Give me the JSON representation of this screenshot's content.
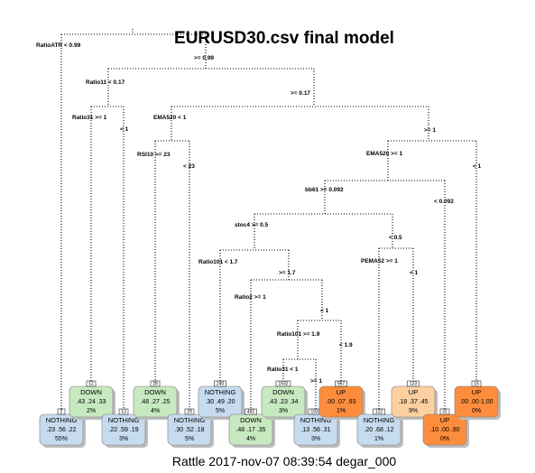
{
  "title": "EURUSD30.csv final model",
  "footer": "Rattle 2017-nov-07 08:39:54 degar_000",
  "colors": {
    "NOTHING": "#c6dbef",
    "DOWN": "#c7e9c0",
    "UP_light": "#fdd0a2",
    "UP_strong": "#fd8d3c"
  },
  "splits": [
    "RatioATR < 0.99",
    ">= 0.99",
    "Ratio11 < 0.17",
    ">= 0.17",
    "Ratio31 >= 1",
    "< 1",
    "EMA520 < 1",
    ">= 1",
    "RSI10 >= 23",
    "< 23",
    "EMA520 >= 1",
    "< 1",
    "bb61 >= 0.092",
    "< 0.092",
    "stoc4 >= 0.5",
    "< 0.5",
    "Ratio101 < 1.7",
    ">= 1.7",
    "PEMA52 >= 1",
    "< 1",
    "Ratio2 >= 1",
    "< 1",
    "Ratio101 >= 1.9",
    "< 1.9",
    "Ratio31 < 1",
    ">= 1"
  ],
  "leaves": [
    {
      "id": "2",
      "class": "NOTHING",
      "probs": ".23 .56 .22",
      "pct": "55%",
      "color": "#c6dbef"
    },
    {
      "id": "12",
      "class": "DOWN",
      "probs": ".43 .24 .33",
      "pct": "2%",
      "color": "#c7e9c0"
    },
    {
      "id": "13",
      "class": "NOTHING",
      "probs": ".22 .59 .19",
      "pct": "3%",
      "color": "#c6dbef"
    },
    {
      "id": "28",
      "class": "DOWN",
      "probs": ".48 .27 .25",
      "pct": "4%",
      "color": "#c7e9c0"
    },
    {
      "id": "29",
      "class": "NOTHING",
      "probs": ".30 .52 .18",
      "pct": "5%",
      "color": "#c6dbef"
    },
    {
      "id": "240",
      "class": "NOTHING",
      "probs": ".30 .49 .20",
      "pct": "5%",
      "color": "#c6dbef"
    },
    {
      "id": "482",
      "class": "DOWN",
      "probs": ".48 .17 .35",
      "pct": "4%",
      "color": "#c7e9c0"
    },
    {
      "id": "1932",
      "class": "DOWN",
      "probs": ".43 .23 .34",
      "pct": "3%",
      "color": "#c7e9c0"
    },
    {
      "id": "1933",
      "class": "NOTHING",
      "probs": ".13 .56 .31",
      "pct": "3%",
      "color": "#c6dbef"
    },
    {
      "id": "967",
      "class": "UP",
      "probs": ".00 .07 .93",
      "pct": "1%",
      "color": "#fd8d3c"
    },
    {
      "id": "122",
      "class": "NOTHING",
      "probs": ".20 .68 .12",
      "pct": "1%",
      "color": "#c6dbef"
    },
    {
      "id": "123",
      "class": "UP",
      "probs": ".18 .37 .45",
      "pct": "9%",
      "color": "#fdd0a2"
    },
    {
      "id": "31",
      "class": "UP",
      "probs": ".10 .00 .90",
      "pct": "0%",
      "color": "#fd8d3c"
    },
    {
      "id": "15",
      "class": "UP",
      "probs": ".00 .00 1.00",
      "pct": "0%",
      "color": "#fd8d3c"
    }
  ]
}
